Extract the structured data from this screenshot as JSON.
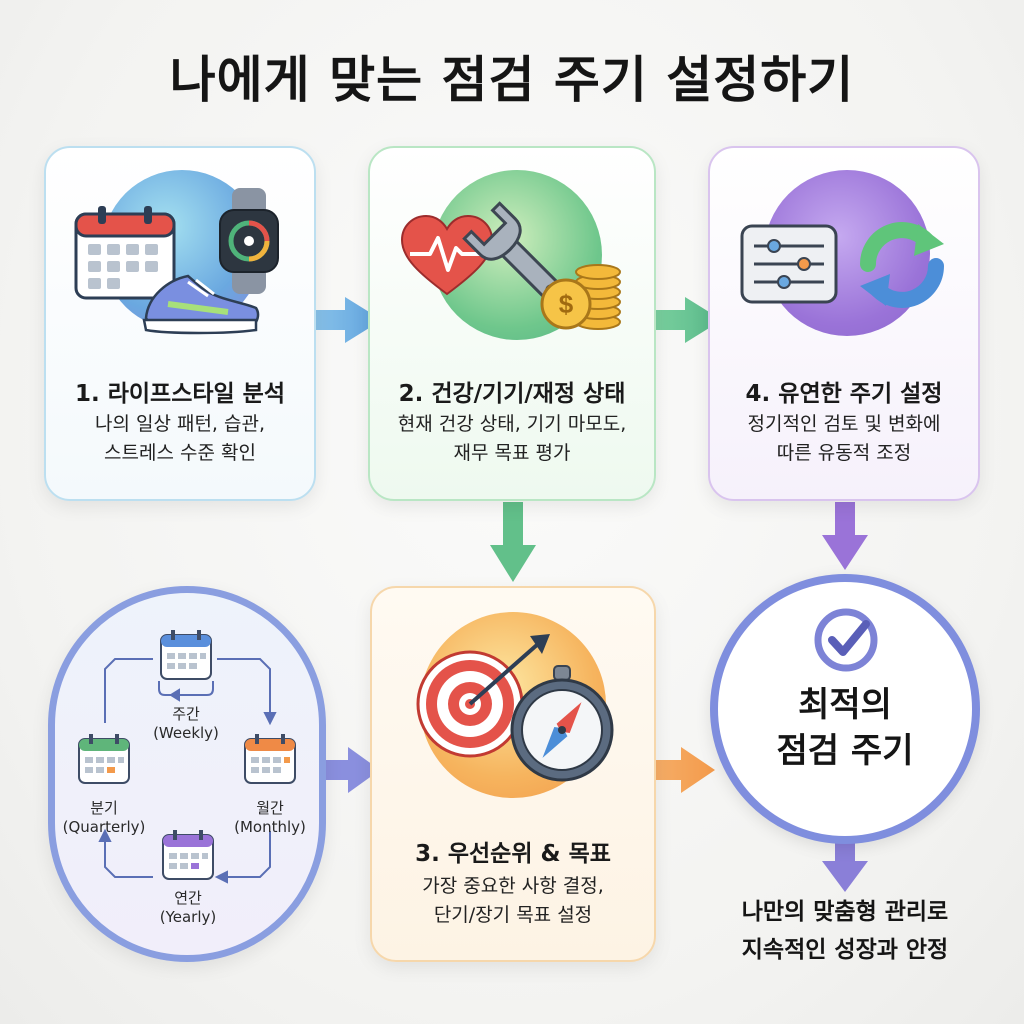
{
  "title": "나에게 맞는 점검 주기 설정하기",
  "steps": [
    {
      "title": "1. 라이프스타일 분석",
      "desc": "나의 일상 패턴, 습관,\n스트레스 수준 확인"
    },
    {
      "title": "2. 건강/기기/재정 상태",
      "desc": "현재 건강 상태, 기기 마모도,\n재무 목표 평가"
    },
    {
      "title": "3. 우선순위 & 목표",
      "desc": "가장 중요한 사항 결정,\n단기/장기 목표 설정"
    },
    {
      "title": "4. 유연한 주기 설정",
      "desc": "정기적인 검토 및 변화에\n따른 유동적 조정"
    }
  ],
  "cycle": [
    {
      "label": "주간\n(Weekly)"
    },
    {
      "label": "월간\n(Monthly)"
    },
    {
      "label": "연간\n(Yearly)"
    },
    {
      "label": "분기\n(Quarterly)"
    }
  ],
  "optimal": {
    "text": "최적의\n점검 주기"
  },
  "result": {
    "text": "나만의 맞춤형 관리로\n지속적인 성장과 안정"
  },
  "icons": [
    "calendar-icon",
    "smartwatch-icon",
    "sneaker-icon",
    "heart-pulse-icon",
    "wrench-icon",
    "coins-icon",
    "settings-sliders-icon",
    "refresh-cycle-icon",
    "target-icon",
    "compass-icon",
    "checkmark-icon"
  ],
  "colors": {
    "blue": "#6aa8e0",
    "green": "#62c08a",
    "purple": "#9a73d8",
    "orange": "#f39a4b"
  }
}
